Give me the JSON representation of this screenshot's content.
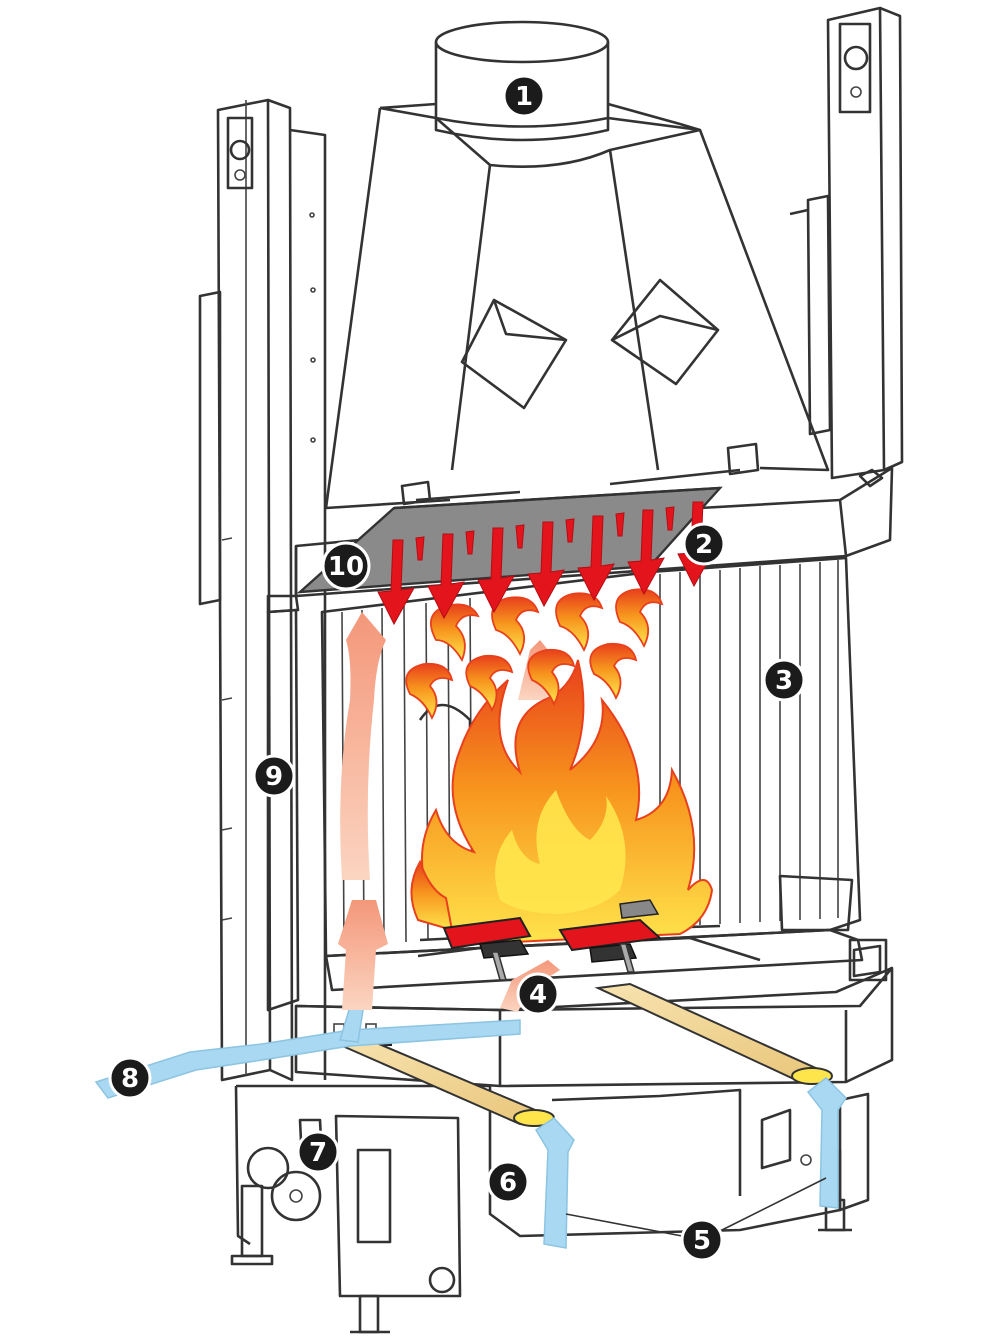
{
  "callouts": [
    {
      "id": 1,
      "label": "1"
    },
    {
      "id": 2,
      "label": "2"
    },
    {
      "id": 3,
      "label": "3"
    },
    {
      "id": 4,
      "label": "4"
    },
    {
      "id": 5,
      "label": "5"
    },
    {
      "id": 6,
      "label": "6"
    },
    {
      "id": 7,
      "label": "7"
    },
    {
      "id": 8,
      "label": "8"
    },
    {
      "id": 9,
      "label": "9"
    },
    {
      "id": 10,
      "label": "10"
    }
  ],
  "colors": {
    "outline": "#333333",
    "fire_dark": "#e8401c",
    "fire_mid": "#f7941d",
    "fire_light": "#ffe54c",
    "hot_air": "#f7a984",
    "cold_air": "#a8d8f2",
    "deflector_arrows": "#e3141c",
    "callout_fill": "#1b1b1b",
    "deflector_plate": "#8a8a8a"
  }
}
